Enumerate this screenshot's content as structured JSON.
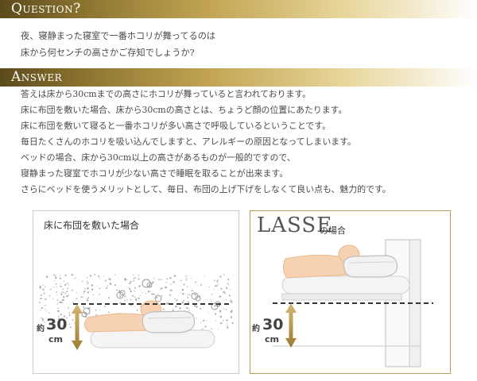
{
  "question": {
    "heading": "Question?",
    "lines": [
      "夜、寝静まった寝室で一番ホコリが舞ってるのは",
      "床から何センチの高さかご存知でしょうか?"
    ]
  },
  "answer": {
    "heading": "Answer",
    "lines": [
      "答えは床から30cmまでの高さにホコリが舞っていると言われております。",
      "床に布団を敷いた場合、床から30cmの高さとは、ちょうど顔の位置にあたります。",
      "床に布団を敷いて寝ると一番ホコリが多い高さで呼吸しているということです。",
      "毎日たくさんのホコリを吸い込んでしますと、アレルギーの原因となってしまいます。",
      "ベッドの場合、床から30cm以上の高さがあるものが一般的ですので、",
      "寝静まった寝室でホコリが少ない高さで睡眠を取ることが出来ます。",
      "さらにベッドを使うメリットとして、毎日、布団の上げ下げをしなくて良い点も、魅力的です。"
    ]
  },
  "futon_panel": {
    "title": "床に布団を敷いた場合",
    "yaku": "約",
    "height": "30",
    "unit": "cm"
  },
  "lasse_panel": {
    "brand": "LASSE",
    "suffix": "の場合",
    "yaku": "約",
    "height": "30",
    "unit": "cm"
  },
  "colors": {
    "gold": "#b89b54",
    "skin": "#f6d2b2",
    "dust": "#b0b0b0"
  }
}
